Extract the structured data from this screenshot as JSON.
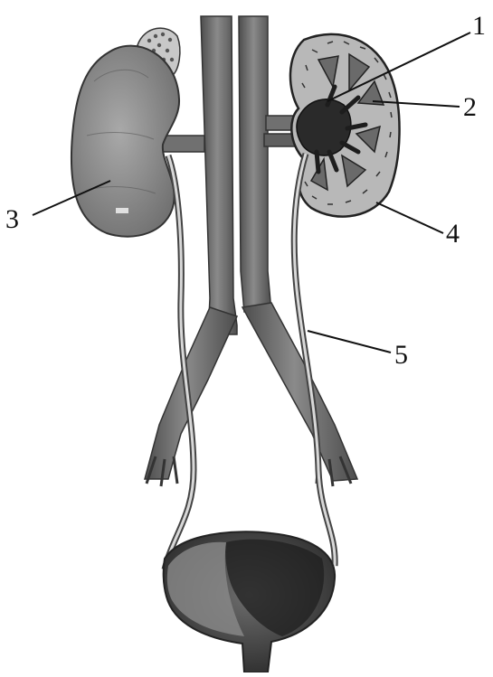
{
  "figure": {
    "callouts": [
      {
        "id": "1",
        "label": "1"
      },
      {
        "id": "2",
        "label": "2"
      },
      {
        "id": "3",
        "label": "3"
      },
      {
        "id": "4",
        "label": "4"
      },
      {
        "id": "5",
        "label": "5"
      }
    ]
  },
  "colors": {
    "ink": "#111111",
    "organ_fill": "#8f8f8f",
    "organ_dark": "#4a4a4a",
    "vessel_fill": "#6f6f6f",
    "vessel_light": "#9a9a9a",
    "cortex_fill": "#b5b5b5",
    "background": "#ffffff"
  }
}
